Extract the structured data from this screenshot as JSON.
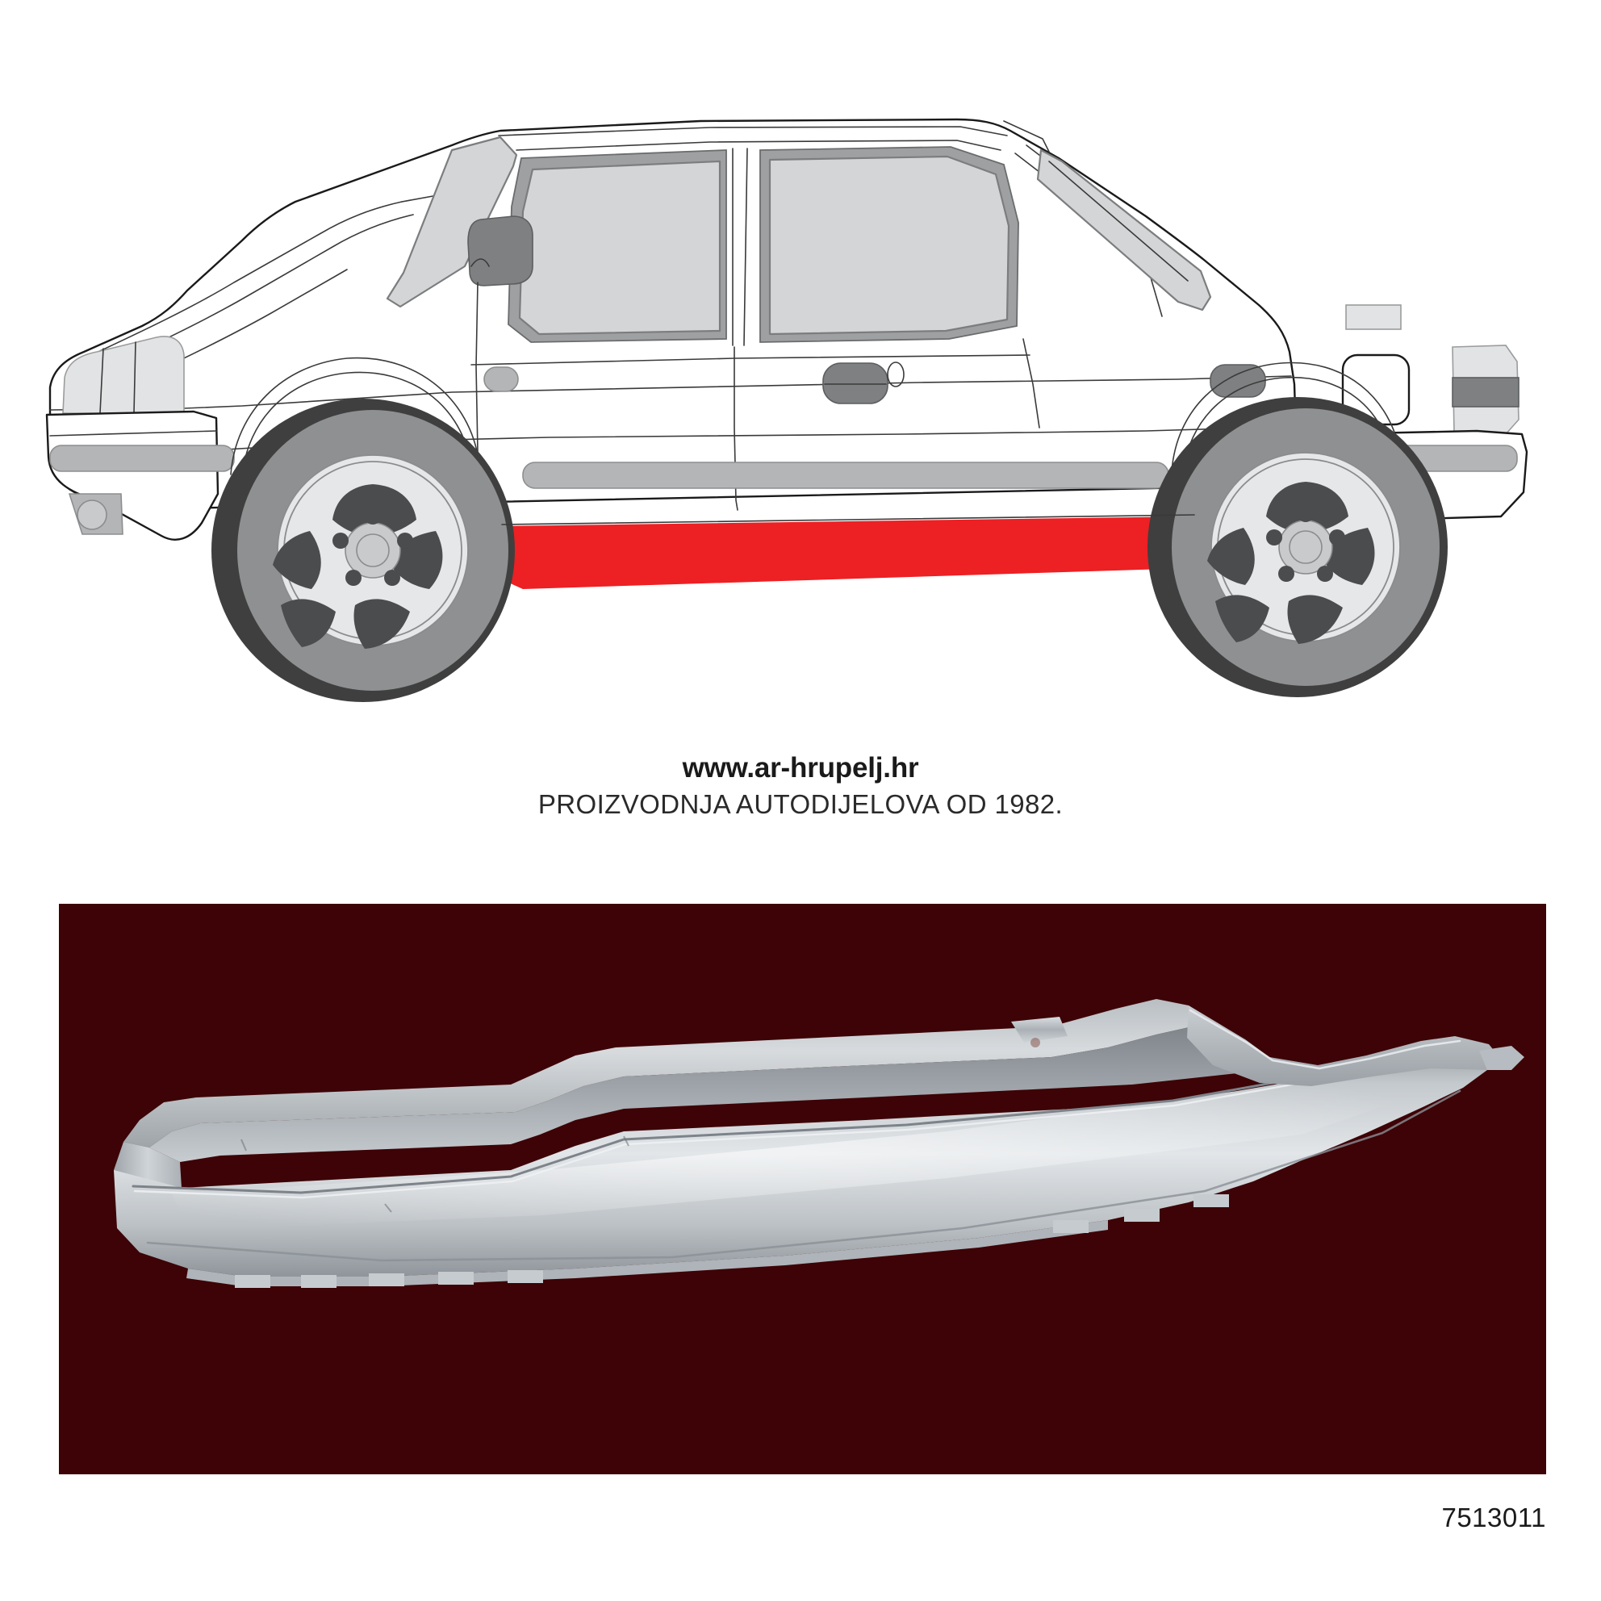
{
  "page": {
    "background_color": "#ffffff"
  },
  "diagram": {
    "name": "car-side-view-with-highlighted-sill",
    "description": "Line-art side view of a 5-door hatchback with the rocker panel / sill area highlighted in red",
    "highlight_color": "#ED2024",
    "body_outline_color": "#1a1a1a",
    "glass_color": "#d3d5d6",
    "trim_color": "#b3b5b6",
    "tire_color": "#3f3f3f",
    "wheel_color": "#9a9a9a",
    "rim_color": "#e6e6e6"
  },
  "branding": {
    "url": "www.ar-hrupelj.hr",
    "tagline": "PROIZVODNJA AUTODIJELOVA OD 1982."
  },
  "photo": {
    "name": "sill-repair-panel-photo",
    "background_color": "#3d0306",
    "part_color": "#c9cdd0",
    "description": "Photograph of a galvanized steel sill / rocker panel repair section on a dark maroon background"
  },
  "part_number": "7513011"
}
